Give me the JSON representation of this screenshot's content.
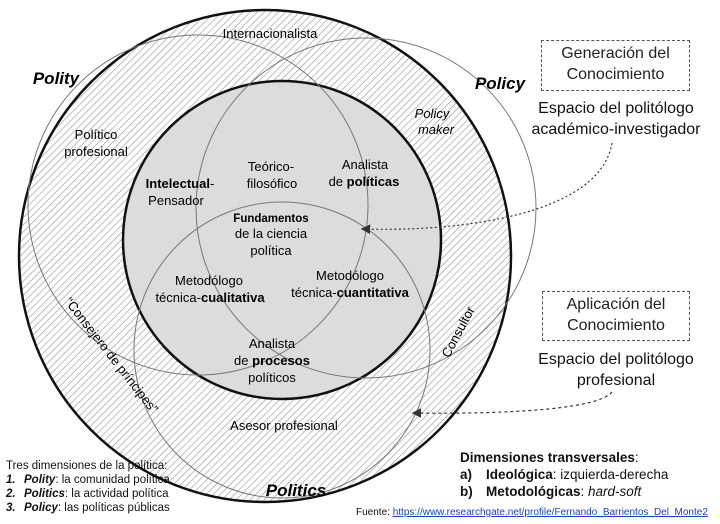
{
  "outer_labels": {
    "polity": "Polity",
    "policy": "Policy",
    "politics": "Politics"
  },
  "regions": {
    "internacionalista": "Internacionalista",
    "politico_1": "Político",
    "politico_2": "profesional",
    "policy_maker_1": "Policy",
    "policy_maker_2": "maker",
    "intelectual_bold": "Intelectual",
    "intelectual_rest": "-",
    "pensador": "Pensador",
    "teorico_1": "Teórico-",
    "teorico_2": "filosófico",
    "analista_pol_1": "Analista",
    "analista_pol_2a": "de ",
    "analista_pol_2b": "políticas",
    "fundamentos_1": "Fundamentos",
    "fundamentos_2": "de la ciencia",
    "fundamentos_3": "política",
    "cual_1": "Metodólogo",
    "cual_2a": "técnica-",
    "cual_2b": "cualitativa",
    "cuant_1": "Metodólogo",
    "cuant_2a": "técnica-",
    "cuant_2b": "cuantitativa",
    "procesos_1": "Analista",
    "procesos_2a": "de ",
    "procesos_2b": "procesos",
    "procesos_3": "políticos",
    "consejero": "“Consejero de príncipes”",
    "consultor": "Consultor",
    "asesor": "Asesor profesional"
  },
  "annotations": {
    "generacion_1": "Generación del",
    "generacion_2": "Conocimiento",
    "academico_1": "Espacio del politólogo",
    "academico_2": "académico-investigador",
    "aplicacion_1": "Aplicación del",
    "aplicacion_2": "Conocimiento",
    "profesional_1": "Espacio del politólogo",
    "profesional_2": "profesional"
  },
  "legend": {
    "title": "Tres dimensiones de la política:",
    "items": [
      {
        "num": "1.",
        "term": "Polity",
        "desc": ": la comunidad política"
      },
      {
        "num": "2.",
        "term": "Politics",
        "desc": ": la actividad política"
      },
      {
        "num": "3.",
        "term": "Policy",
        "desc": ": las políticas públicas"
      }
    ]
  },
  "dimensions": {
    "title": "Dimensiones transversales",
    "colon": ":",
    "items": [
      {
        "num": "a)",
        "term": "Ideológica",
        "desc": ": izquierda-derecha"
      },
      {
        "num": "b)",
        "term": "Metodológicas",
        "desc": ": ",
        "desc_italic": "hard-soft"
      }
    ]
  },
  "source": {
    "prefix": "Fuente: ",
    "link": "https://www.researchgate.net/profile/Fernando_Barrientos_Del_Monte2"
  },
  "colors": {
    "hatch": "#9a9a9a",
    "inner_fill": "#dcdcdc",
    "outline": "#111111",
    "arrow": "#333333",
    "link": "#1a3fcc"
  }
}
